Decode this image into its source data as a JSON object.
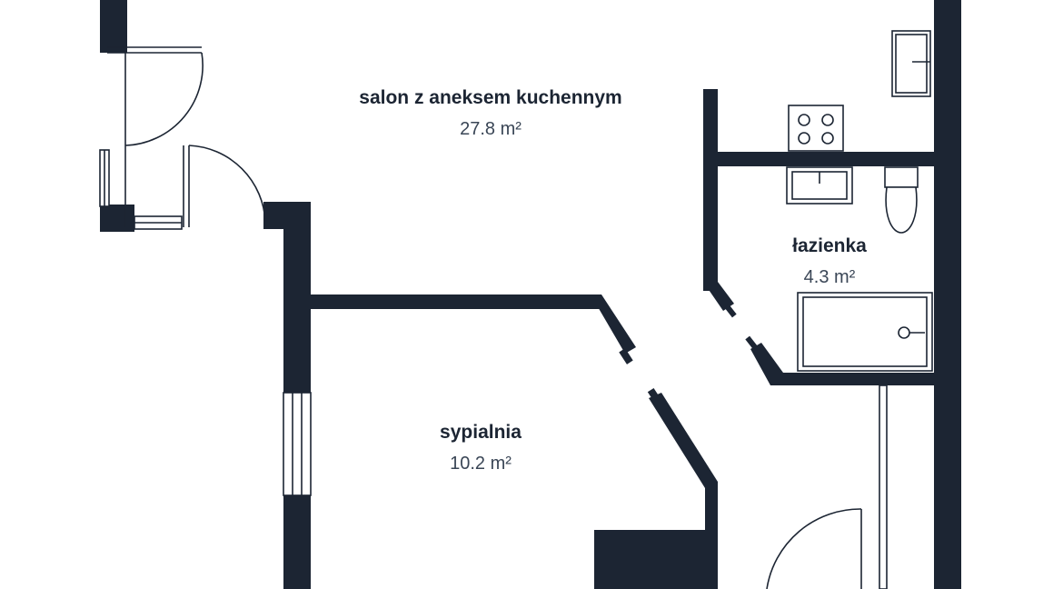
{
  "colors": {
    "wall": "#1c2533",
    "text": "#1c2533",
    "area_text": "#3a4656",
    "background": "#ffffff"
  },
  "rooms": [
    {
      "name": "salon z aneksem kuchennym",
      "area": "27.8 m²"
    },
    {
      "name": "łazienka",
      "area": "4.3 m²"
    },
    {
      "name": "sypialnia",
      "area": "10.2 m²"
    }
  ],
  "fixtures": [
    "cooktop-icon",
    "kitchen-sink-icon",
    "toilet-icon",
    "bathtub-icon",
    "washbasin-icon"
  ]
}
